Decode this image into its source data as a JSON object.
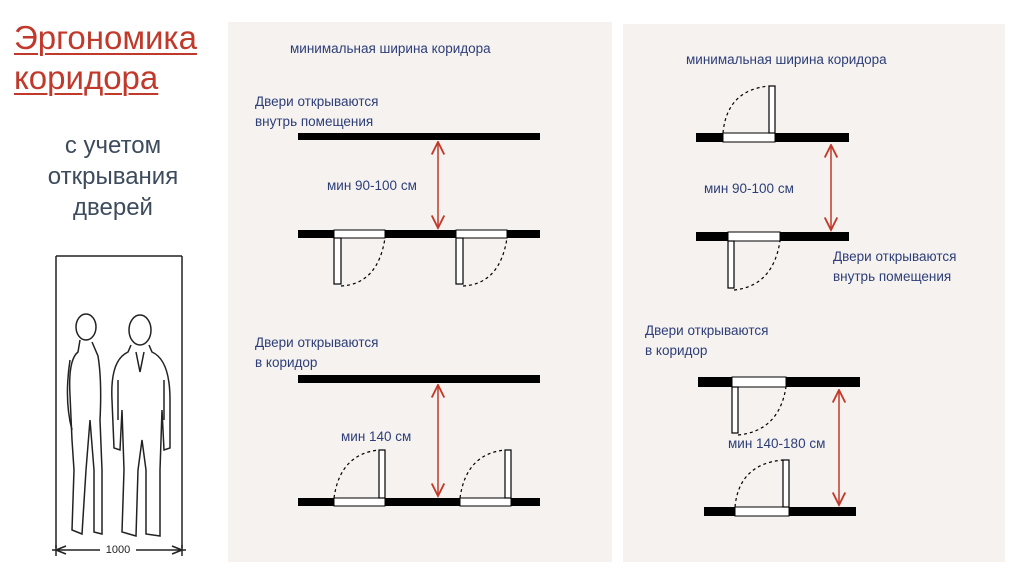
{
  "title": {
    "line1": "Эргономика",
    "line2": "коридора"
  },
  "subtitle": {
    "line1": "с учетом",
    "line2": "открывания",
    "line3": "дверей"
  },
  "figure": {
    "width_label": "1000"
  },
  "left_panel": {
    "header": "минимальная  ширина коридора",
    "top_case": {
      "label_line1": "Двери открываются",
      "label_line2": "внутрь помещения",
      "dimension": "мин 90-100 см"
    },
    "bottom_case": {
      "label_line1": "Двери открываются",
      "label_line2": "в коридор",
      "dimension": "мин 140 см"
    }
  },
  "right_panel": {
    "header": "минимальная  ширина коридора",
    "top_case": {
      "label_line1": "Двери открываются",
      "label_line2": "внутрь помещения",
      "dimension": "мин 90-100 см"
    },
    "bottom_case": {
      "label_line1": "Двери открываются",
      "label_line2": "в коридор",
      "dimension": "мин 140-180 см"
    }
  },
  "colors": {
    "title": "#c0392b",
    "label": "#2d3e77",
    "arrow": "#c0392b",
    "panel": "#f5f2f0"
  }
}
